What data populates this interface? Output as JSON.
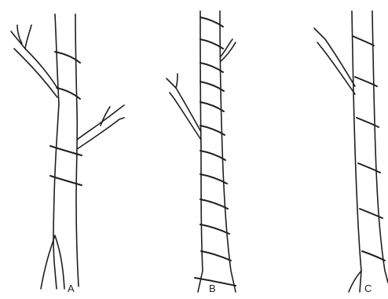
{
  "figure": {
    "labels": {
      "a": "A",
      "b": "B",
      "c": "C"
    },
    "stroke_color": "#1f1f1f",
    "background": "#ffffff"
  }
}
